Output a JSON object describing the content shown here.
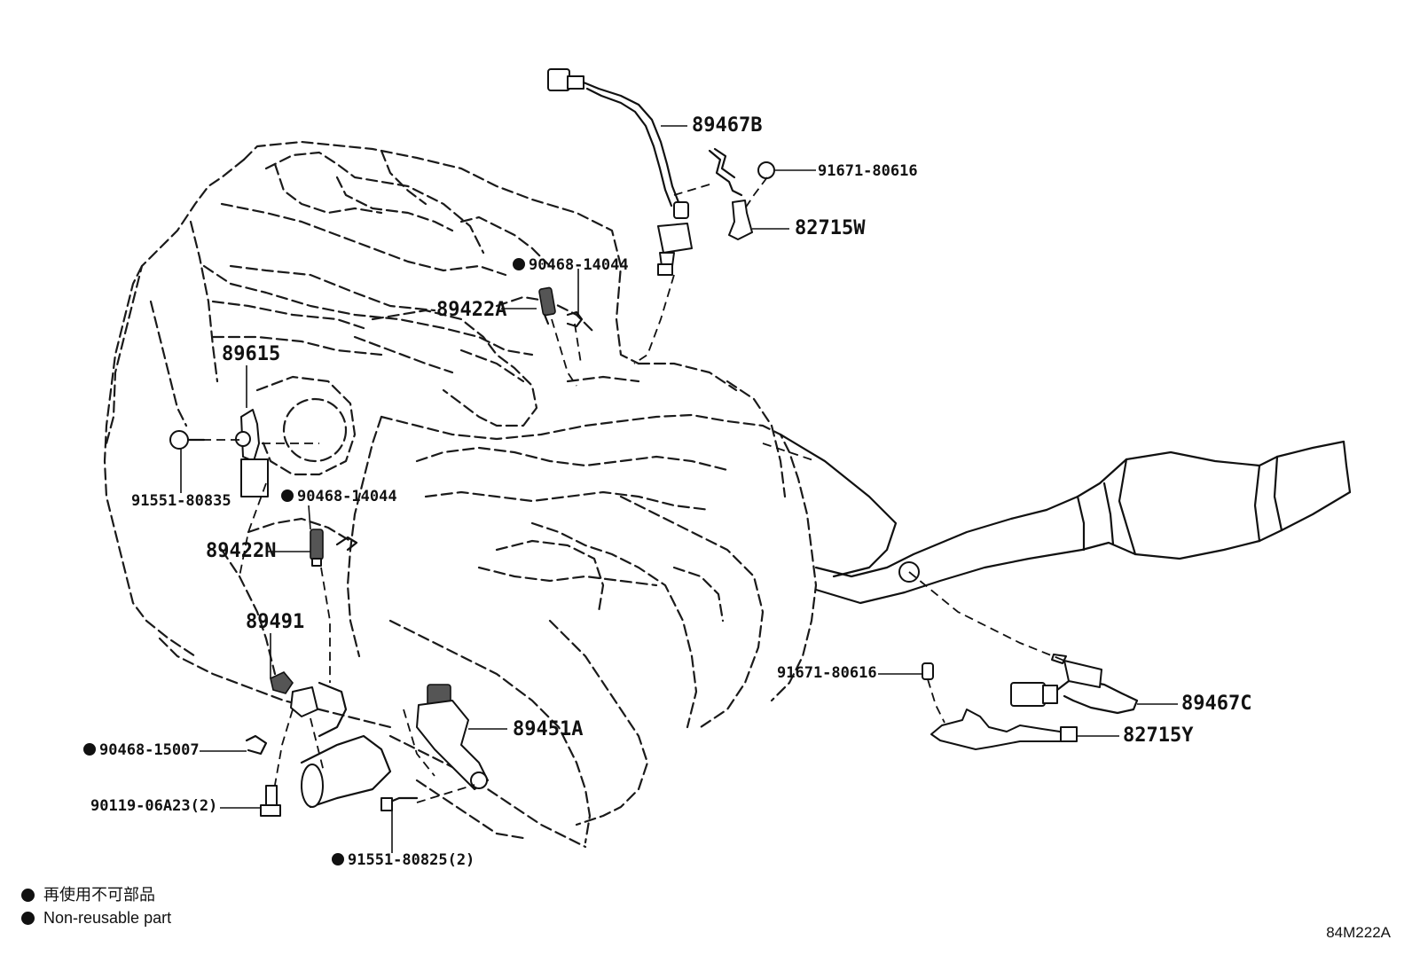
{
  "parts": {
    "p89467B": "89467B",
    "p91671_top": "91671-80616",
    "p82715W": "82715W",
    "p90468_top": "90468-14044",
    "p89422A": "89422A",
    "p89615": "89615",
    "p91551_80835": "91551-80835",
    "p90468_mid": "90468-14044",
    "p89422N": "89422N",
    "p89491": "89491",
    "p89451A": "89451A",
    "p90468_15007": "90468-15007",
    "p90119": "90119-06A23(2)",
    "p91551_80825": "91551-80825(2)",
    "p91671_bottom": "91671-80616",
    "p89467C": "89467C",
    "p82715Y": "82715Y"
  },
  "legend": {
    "japanese": "再使用不可部品",
    "english": "Non-reusable part"
  },
  "diagram_code": "84M222A",
  "icons": {
    "non_reusable_marker": "filled-circle"
  }
}
